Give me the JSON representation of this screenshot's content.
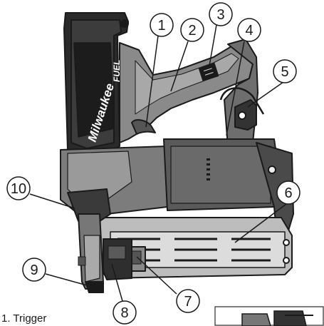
{
  "brand": {
    "logo_word": "Milwaukee",
    "series_word": "FUEL"
  },
  "callouts": [
    "1",
    "2",
    "3",
    "4",
    "5",
    "6",
    "7",
    "8",
    "9",
    "10"
  ],
  "legend": {
    "item_1": "1. Trigger"
  }
}
